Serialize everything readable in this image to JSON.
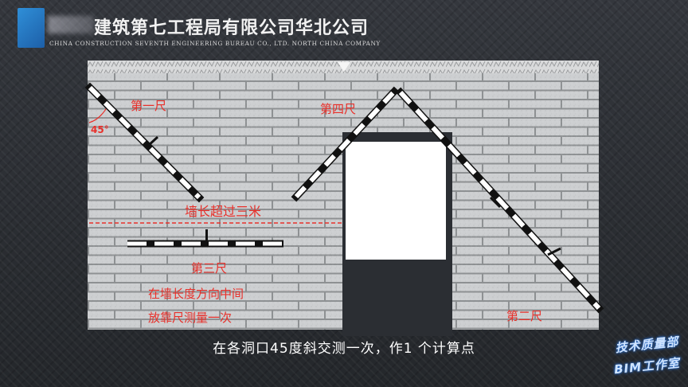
{
  "header": {
    "company_cn": "建筑第七工程局有限公司华北公司",
    "company_en": "CHINA CONSTRUCTION SEVENTH ENGINEERING BUREAU CO., LTD. NORTH CHINA COMPANY"
  },
  "diagram": {
    "angle": "45°",
    "ruler1": "第一尺",
    "ruler2": "第二尺",
    "ruler3": "第三尺",
    "ruler4": "第四尺",
    "wall_note": "墙长超过三米",
    "ruler3_note1": "在墙长度方向中间",
    "ruler3_note2": "放靠尺测量一次"
  },
  "subtitle": "在各洞口45度斜交测一次，作1 个计算点",
  "watermark": {
    "line1": "技术质量部",
    "line2": "BIM工作室"
  },
  "colors": {
    "wall": "#cdcfd1",
    "mortar": "#8e9193",
    "red_text": "#e8302a",
    "ruler_dark": "#111111",
    "ruler_light": "#ffffff"
  }
}
